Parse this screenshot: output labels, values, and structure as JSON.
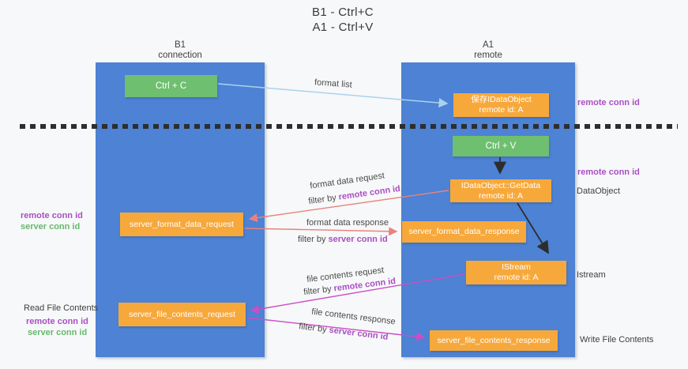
{
  "title": {
    "line1": "B1 - Ctrl+C",
    "line2": "A1 - Ctrl+V"
  },
  "lanes": {
    "left": {
      "name": "B1",
      "subtitle": "connection"
    },
    "right": {
      "name": "A1",
      "subtitle": "remote"
    }
  },
  "boxes": {
    "ctrl_c": {
      "label": "Ctrl + C"
    },
    "save_dataobject": {
      "line1": "保存IDataObject",
      "line2": "remote id: A"
    },
    "ctrl_v": {
      "label": "Ctrl + V"
    },
    "getdata": {
      "line1": "IDataObject::GetData",
      "line2": "remote id: A"
    },
    "server_format_data_request": {
      "label": "server_format_data_request"
    },
    "server_format_data_response": {
      "label": "server_format_data_response"
    },
    "istream": {
      "line1": "IStream",
      "line2": "remote id: A"
    },
    "server_file_contents_request": {
      "label": "server_file_contents_request"
    },
    "server_file_contents_response": {
      "label": "server_file_contents_response"
    }
  },
  "annotations": {
    "format_list": "format list",
    "format_data_request": "format data request",
    "format_data_response": "format data response",
    "file_contents_request": "file contents request",
    "file_contents_response": "file contents response",
    "filter_by": "filter by ",
    "remote_conn_id": "remote conn id",
    "server_conn_id": "server conn id"
  },
  "side_labels": {
    "remote_conn_id": "remote conn id",
    "server_conn_id": "server conn id",
    "dataobject": "DataObject",
    "istream": "Istream",
    "read_file_contents": "Read File Contents",
    "write_file_contents": "Write File Contents"
  },
  "colors": {
    "background": "#f7f8f9",
    "lane_blue": "#4d82d4",
    "box_green": "#6fbf70",
    "box_orange": "#f7a83b",
    "purple_label": "#a94fc4",
    "green_label": "#67b96b",
    "arrow_lightblue": "#a9d2ee",
    "arrow_salmon": "#e8827d",
    "arrow_magenta": "#cb4ec5",
    "arrow_black": "#2d2d2d"
  }
}
